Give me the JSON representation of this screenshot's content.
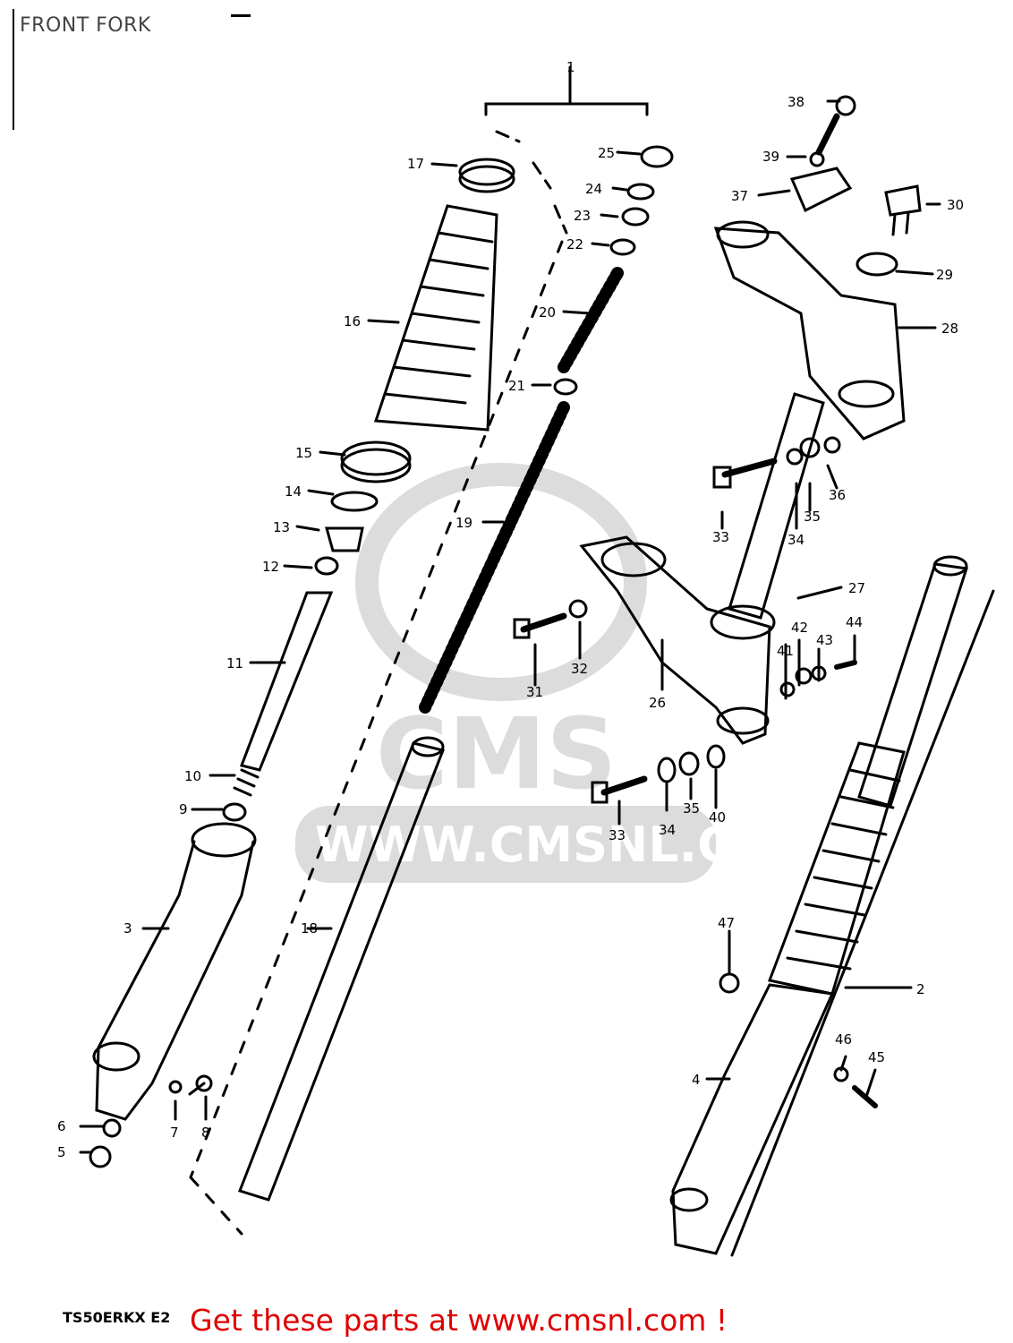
{
  "title": "FRONT FORK",
  "model_code": "TS50ERKX E2",
  "footer_link_text": "Get these parts at www.cmsnl.com !",
  "watermark": {
    "logo": "CMS",
    "url": "WWW.CMSNL.COM"
  },
  "colors": {
    "footer_link": "#e00000",
    "line": "#000000",
    "watermark": "#d9d9d9"
  },
  "callouts": {
    "n1": "1",
    "n2": "2",
    "n3": "3",
    "n4": "4",
    "n5": "5",
    "n6": "6",
    "n7": "7",
    "n8": "8",
    "n9": "9",
    "n10": "10",
    "n11": "11",
    "n12": "12",
    "n13": "13",
    "n14": "14",
    "n15": "15",
    "n16": "16",
    "n17": "17",
    "n18": "18",
    "n19": "19",
    "n20": "20",
    "n21": "21",
    "n22": "22",
    "n23": "23",
    "n24": "24",
    "n25": "25",
    "n26": "26",
    "n27": "27",
    "n28": "28",
    "n29": "29",
    "n30": "30",
    "n31": "31",
    "n32": "32",
    "n33a": "33",
    "n33b": "33",
    "n34a": "34",
    "n34b": "34",
    "n35a": "35",
    "n35b": "35",
    "n36": "36",
    "n37": "37",
    "n38": "38",
    "n39": "39",
    "n40": "40",
    "n41": "41",
    "n42": "42",
    "n43": "43",
    "n44": "44",
    "n45": "45",
    "n46": "46",
    "n47": "47"
  }
}
